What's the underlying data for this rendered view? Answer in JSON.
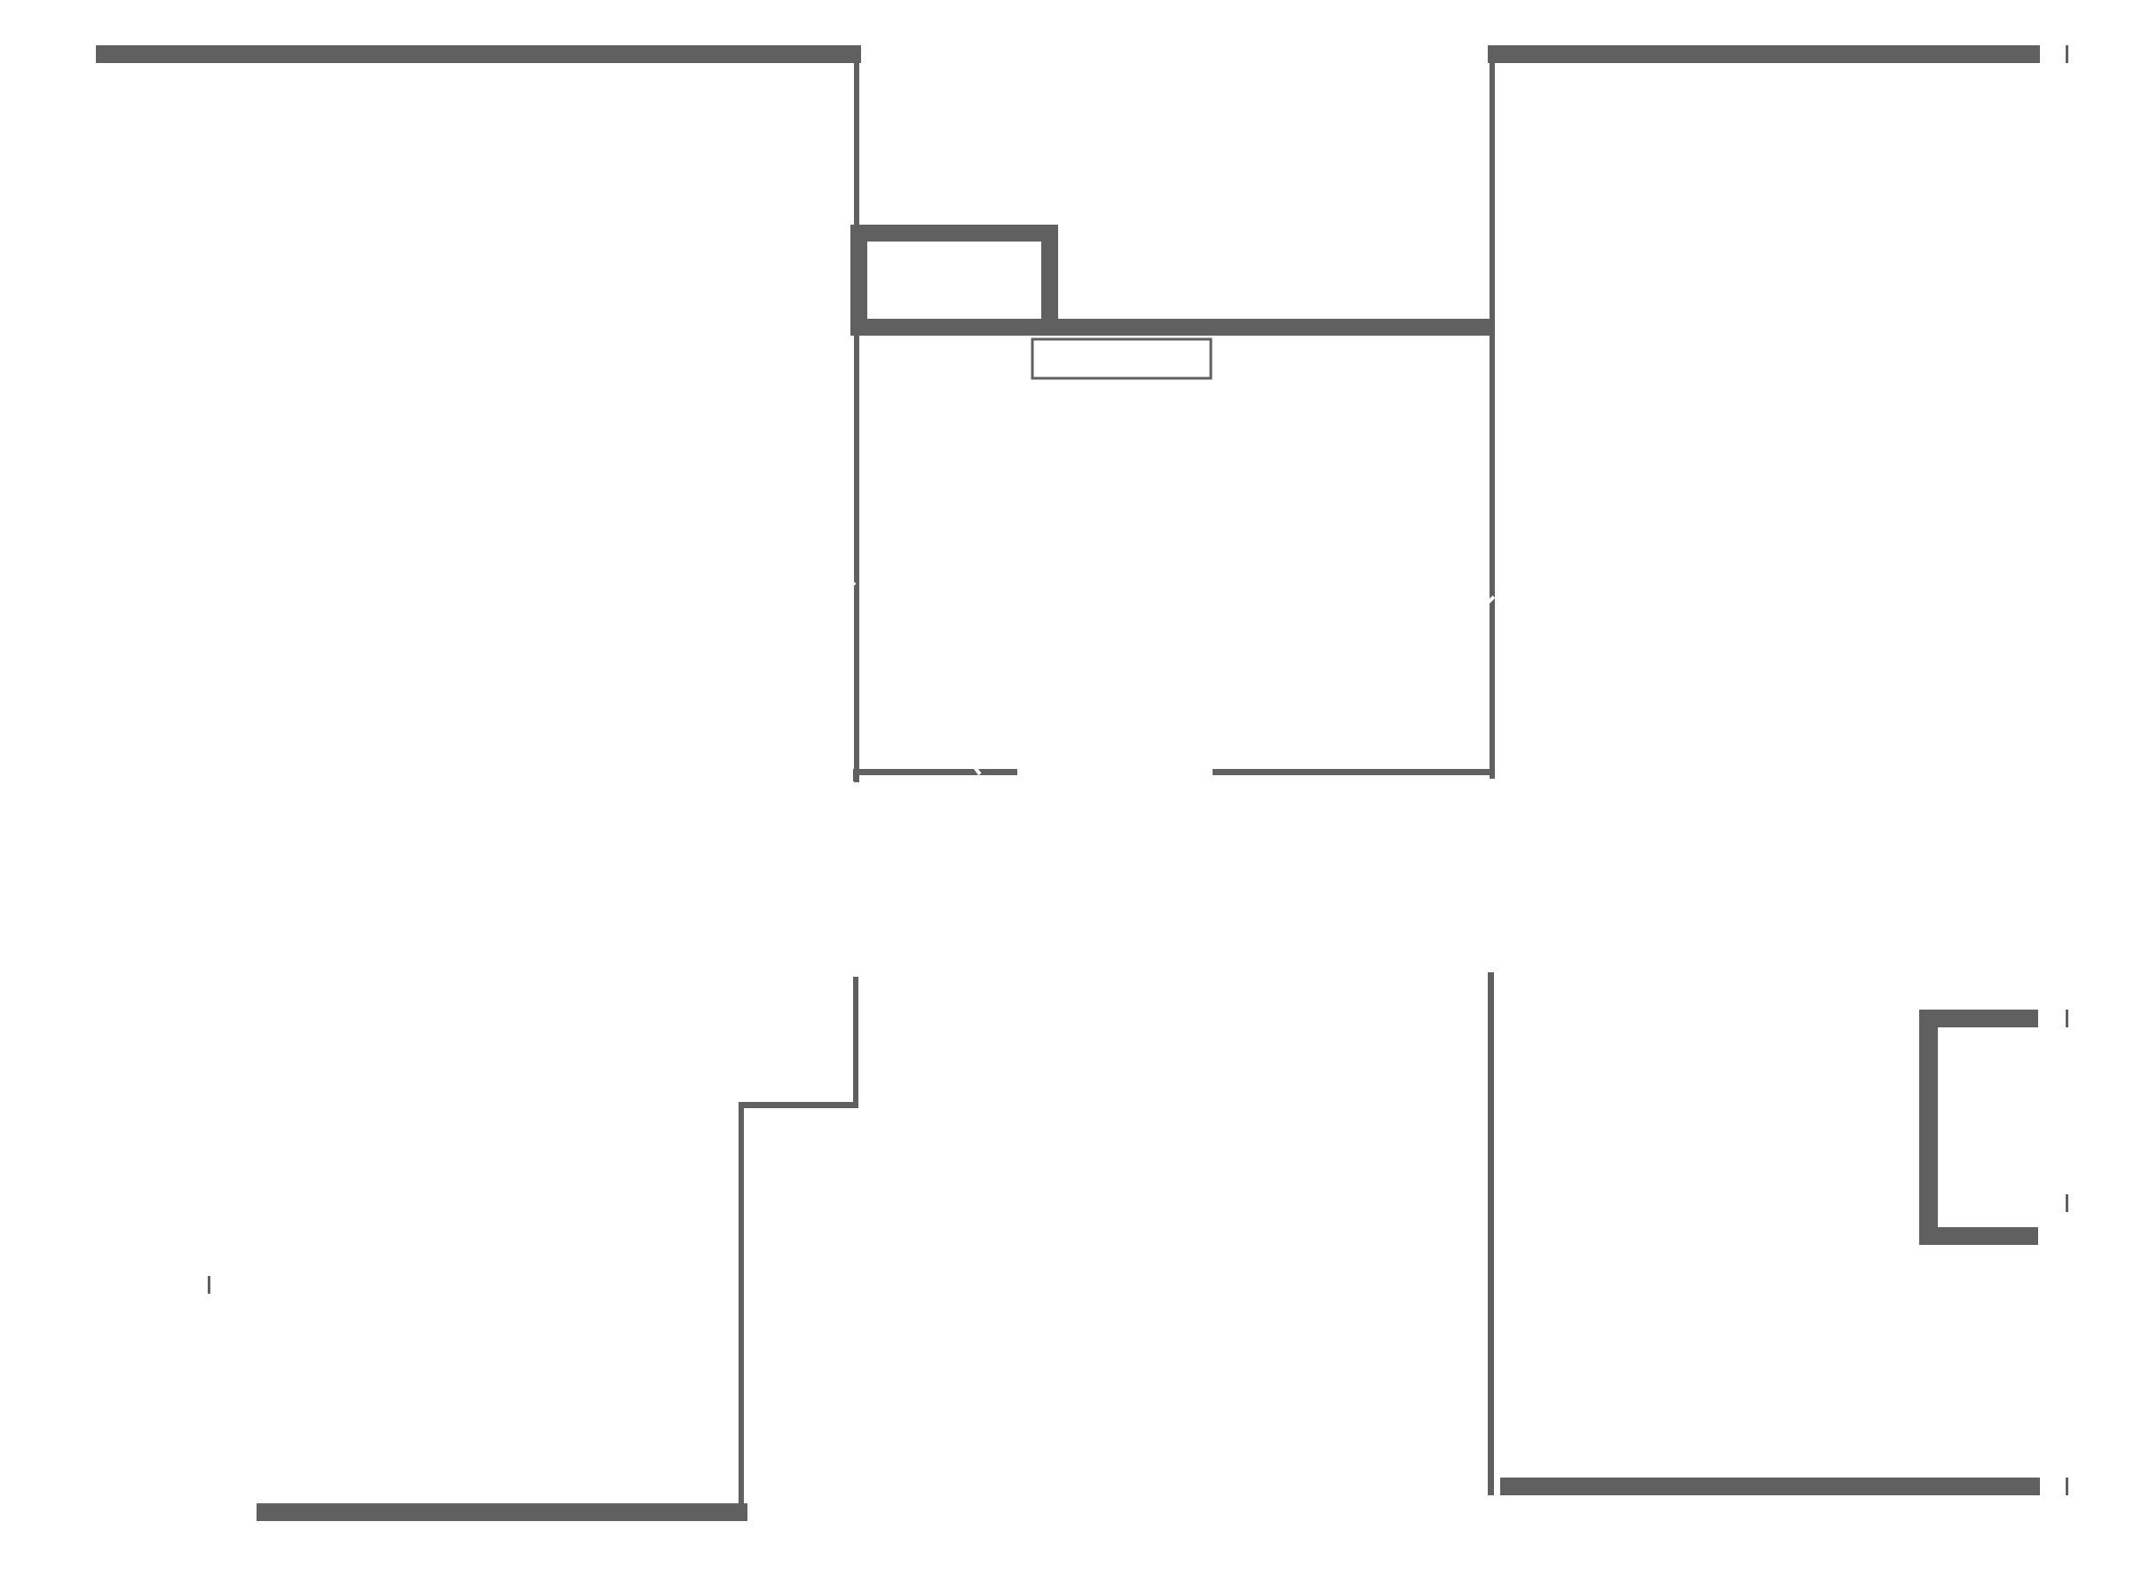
{
  "diagram": {
    "type": "floor-plan",
    "colors": {
      "wall": "#606060",
      "background": "#ffffff"
    },
    "elements": [
      {
        "name": "wall-top-left",
        "kind": "exterior-wall"
      },
      {
        "name": "wall-top-right",
        "kind": "exterior-wall"
      },
      {
        "name": "wall-left-corridor",
        "kind": "interior-wall"
      },
      {
        "name": "wall-right-corridor",
        "kind": "interior-wall"
      },
      {
        "name": "room-central-top",
        "kind": "interior-wall"
      },
      {
        "name": "closet-small",
        "kind": "interior-wall"
      },
      {
        "name": "fixture-counter",
        "kind": "fixture"
      },
      {
        "name": "wall-central-bottom",
        "kind": "interior-wall"
      },
      {
        "name": "wall-lower-left-step",
        "kind": "interior-wall"
      },
      {
        "name": "wall-bottom-left",
        "kind": "exterior-wall"
      },
      {
        "name": "wall-right-lower",
        "kind": "interior-wall"
      },
      {
        "name": "wall-bottom-right",
        "kind": "exterior-wall"
      },
      {
        "name": "niche-right",
        "kind": "interior-wall"
      },
      {
        "name": "tick-marks",
        "kind": "annotation"
      }
    ]
  }
}
